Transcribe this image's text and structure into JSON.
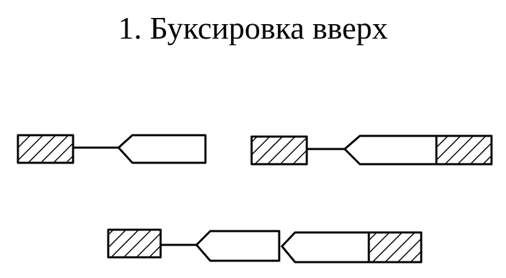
{
  "title": "1. Буксировка вверх",
  "colors": {
    "stroke": "#000000",
    "hatch": "#000000",
    "background": "#ffffff"
  },
  "configurations": [
    {
      "name": "tug-with-single-barge",
      "elements": [
        "tug",
        "towline",
        "barge"
      ]
    },
    {
      "name": "tug-with-barge-and-pusher",
      "elements": [
        "tug",
        "towline",
        "barge",
        "hatched-block"
      ]
    },
    {
      "name": "tug-with-two-barges",
      "elements": [
        "tug",
        "towline",
        "barge",
        "barge",
        "hatched-block"
      ]
    }
  ]
}
